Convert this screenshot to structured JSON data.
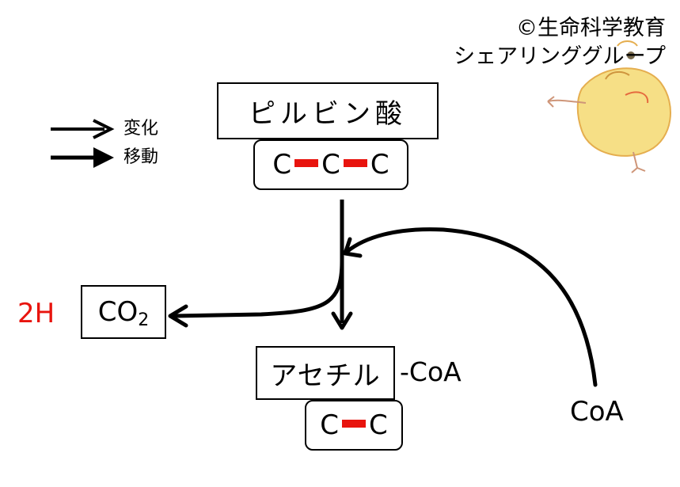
{
  "copyright": {
    "line1": "©生命科学教育",
    "line2": "シェアリンググループ"
  },
  "legend": {
    "change_label": "変化",
    "move_label": "移動"
  },
  "pyruvate": {
    "name": "ピルビン酸",
    "carbon1": "C",
    "carbon2": "C",
    "carbon3": "C"
  },
  "co2": {
    "main": "CO",
    "subscript": "2"
  },
  "hydrogen_label": "2H",
  "acetyl": {
    "name": "アセチル",
    "suffix": "-CoA",
    "carbon1": "C",
    "carbon2": "C"
  },
  "coa_label": "CoA",
  "colors": {
    "bond": "#e8140e",
    "hydrogen": "#e8140e",
    "line": "#000000",
    "chick_body": "#f4d66a",
    "chick_outline": "#e0a43a"
  },
  "icons": {
    "mascot": "chick-drawing-icon"
  }
}
